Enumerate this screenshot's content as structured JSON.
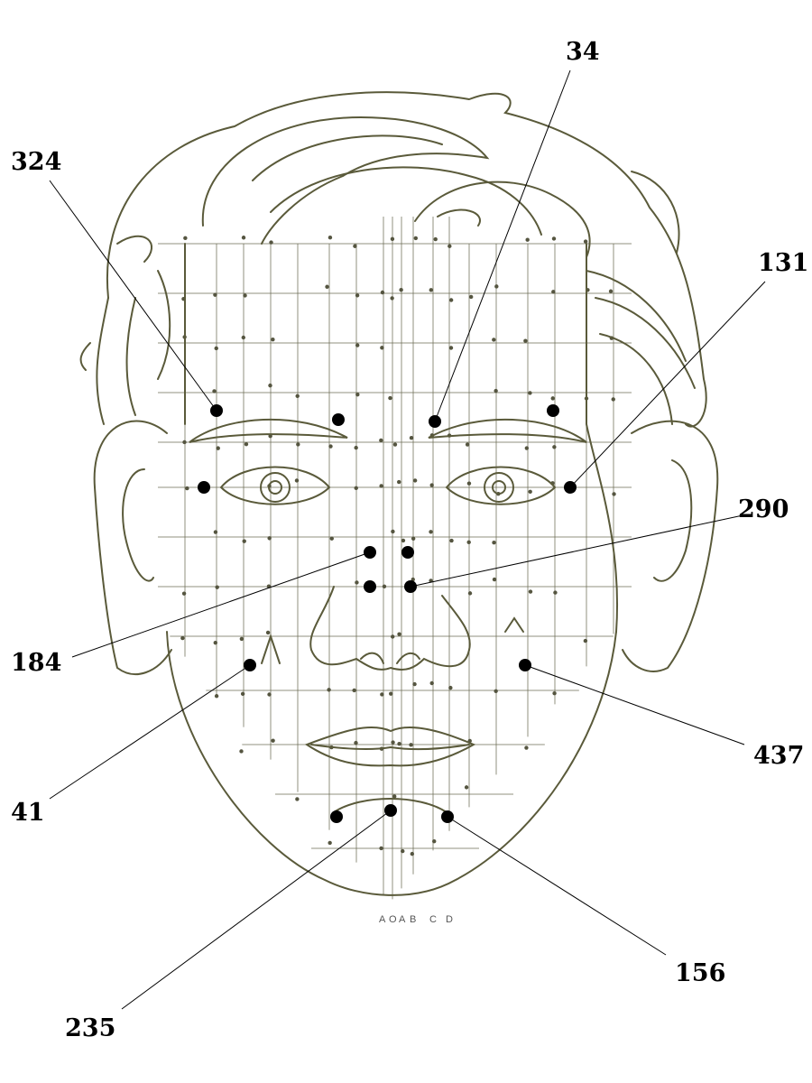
{
  "title": "Facial acupuncture / reflex point chart",
  "points": [
    {
      "label": "324"
    },
    {
      "label": "34"
    },
    {
      "label": "131"
    },
    {
      "label": "290"
    },
    {
      "label": "184"
    },
    {
      "label": "41"
    },
    {
      "label": "437"
    },
    {
      "label": "235"
    },
    {
      "label": "156"
    }
  ],
  "column_labels": [
    "A",
    "O",
    "A",
    "B",
    "C",
    "D"
  ],
  "colors": {
    "ink": "#5a5a3a",
    "dot": "#000000",
    "grid": "#6b6b55"
  }
}
